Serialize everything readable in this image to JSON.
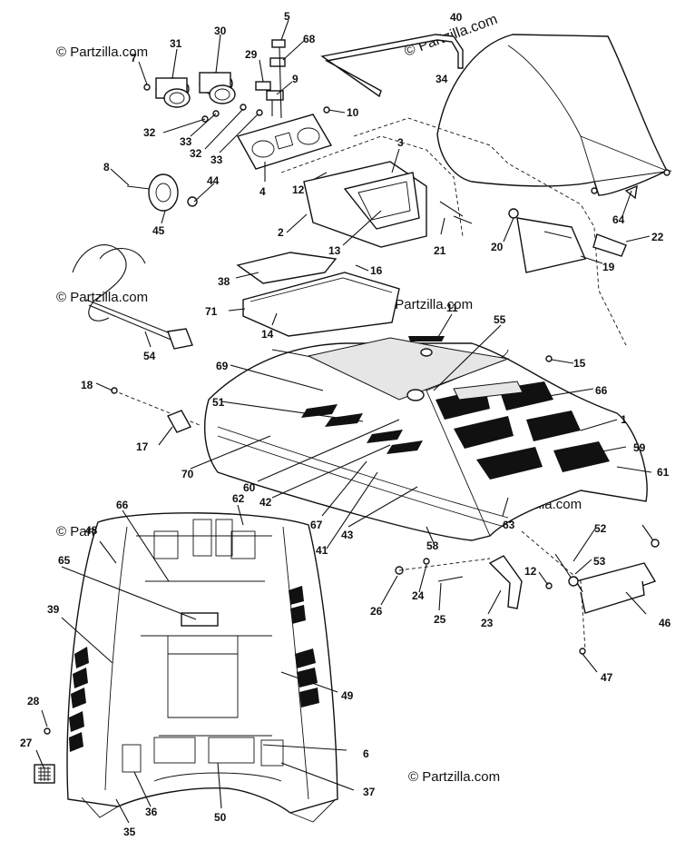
{
  "watermarks": {
    "main": "© Partzilla.com",
    "faint": "© Partzilla.com"
  },
  "callouts": {
    "c1": "1",
    "c2": "2",
    "c3": "3",
    "c4": "4",
    "c5": "5",
    "c6": "6",
    "c7": "7",
    "c8": "8",
    "c9": "9",
    "c10": "10",
    "c11": "11",
    "c12": "12",
    "c13": "13",
    "c14": "14",
    "c15": "15",
    "c16": "16",
    "c17": "17",
    "c18": "18",
    "c19": "19",
    "c20": "20",
    "c21": "21",
    "c22": "22",
    "c23": "23",
    "c24": "24",
    "c25": "25",
    "c26": "26",
    "c27": "27",
    "c28": "28",
    "c29": "29",
    "c30": "30",
    "c31": "31",
    "c32": "32",
    "c33": "33",
    "c34": "34",
    "c35": "35",
    "c36": "36",
    "c37": "37",
    "c38": "38",
    "c39": "39",
    "c40": "40",
    "c41": "41",
    "c42": "42",
    "c43": "43",
    "c44": "44",
    "c45": "45",
    "c46": "46",
    "c47": "47",
    "c48": "48",
    "c49": "49",
    "c50": "50",
    "c51": "51",
    "c52": "52",
    "c53": "53",
    "c54": "54",
    "c55": "55",
    "c58": "58",
    "c59": "59",
    "c60": "60",
    "c61": "61",
    "c62": "62",
    "c63": "63",
    "c64": "64",
    "c65": "65",
    "c66": "66",
    "c67": "67",
    "c68": "68",
    "c69": "69",
    "c70": "70",
    "c71": "71"
  }
}
